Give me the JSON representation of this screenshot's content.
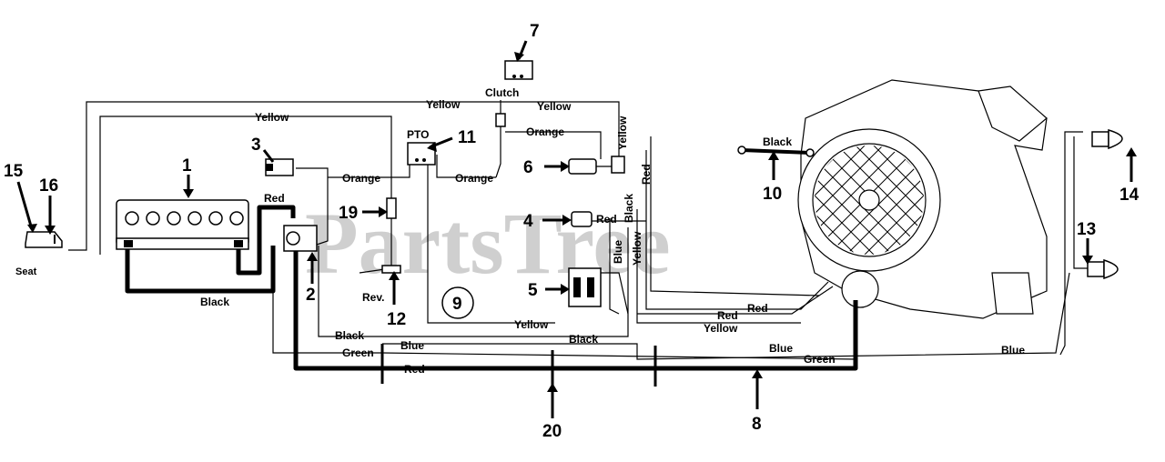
{
  "watermark": "PartsTree",
  "callouts": {
    "n1": "1",
    "n2": "2",
    "n3": "3",
    "n4": "4",
    "n5": "5",
    "n6": "6",
    "n7": "7",
    "n8": "8",
    "n9": "9",
    "n10": "10",
    "n11": "11",
    "n12": "12",
    "n13": "13",
    "n14": "14",
    "n15": "15",
    "n16": "16",
    "n19": "19",
    "n20": "20"
  },
  "labels": {
    "seat": "Seat",
    "clutch": "Clutch",
    "pto": "PTO",
    "rev": "Rev."
  },
  "wire_labels": {
    "yellow_top": "Yellow",
    "yellow_left": "Yellow",
    "yellow_clutch": "Yellow",
    "yellow_vert": "Yellow",
    "orange_1": "Orange",
    "orange_2": "Orange",
    "orange_3": "Orange",
    "red_battery": "Red",
    "red_4": "Red",
    "red_vert": "Red",
    "black_battery": "Black",
    "black_vert": "Black",
    "black_left": "Black",
    "black_mid": "Black",
    "black_10": "Black",
    "blue_vert": "Blue",
    "yellow_vert2": "Yellow",
    "yellow_mid": "Yellow",
    "yellow_right": "Yellow",
    "red_right1": "Red",
    "red_right2": "Red",
    "green_left": "Green",
    "blue_left": "Blue",
    "red_bottom": "Red",
    "blue_right1": "Blue",
    "blue_right2": "Blue",
    "green_right": "Green"
  }
}
